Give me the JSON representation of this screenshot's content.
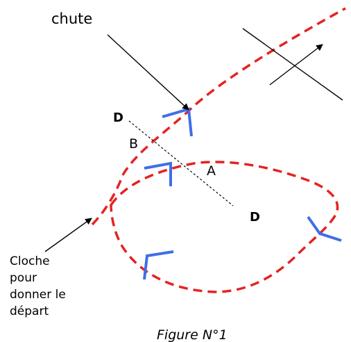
{
  "labels": {
    "chute": "chute",
    "d_top": "D",
    "b": "B",
    "a": "A",
    "d_right": "D",
    "start_bell_lines": [
      "Cloche",
      "pour",
      "donner le",
      "départ"
    ]
  },
  "caption": "Figure N°1",
  "colors": {
    "course_line": "#e52222",
    "buoy_marks": "#3f6fe6",
    "annotations": "#000000"
  }
}
